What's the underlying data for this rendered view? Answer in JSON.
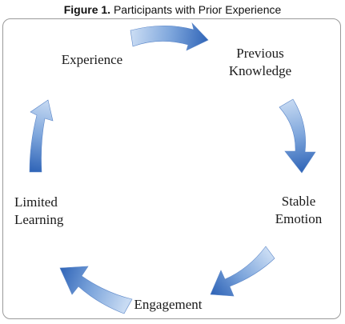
{
  "figure": {
    "title_prefix": "Figure 1.",
    "title_text": " Participants with Prior Experience"
  },
  "cycle": {
    "nodes": [
      {
        "line1": "Experience",
        "line2": ""
      },
      {
        "line1": "Previous",
        "line2": "Knowledge"
      },
      {
        "line1": "Stable",
        "line2": "Emotion"
      },
      {
        "line1": "Engagement",
        "line2": ""
      },
      {
        "line1": "Limited",
        "line2": "Learning"
      }
    ]
  },
  "colors": {
    "arrow_light": "#c8dbf3",
    "arrow_mid": "#7ea6dc",
    "arrow_dark": "#2f64b7",
    "frame_border": "#9a9a9a"
  }
}
